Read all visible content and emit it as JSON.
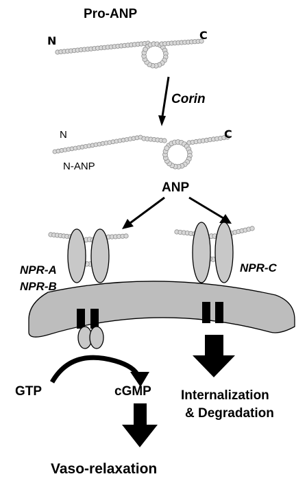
{
  "labels": {
    "pro_anp": "Pro-ANP",
    "n_terminal_top": "N",
    "c_terminal_top": "C",
    "corin": "Corin",
    "n_terminal_mid": "N",
    "c_terminal_mid": "C",
    "n_anp": "N-ANP",
    "anp": "ANP",
    "npr_a": "NPR-A",
    "npr_b": "NPR-B",
    "npr_c": "NPR-C",
    "gtp": "GTP",
    "cgmp": "cGMP",
    "internalization": "Internalization",
    "degradation": "& Degradation",
    "vaso_relaxation": "Vaso-relaxation"
  },
  "colors": {
    "bead_fill": "#d9d9d9",
    "bead_stroke": "#8c8c8c",
    "receptor_fill": "#c8c8c8",
    "membrane_fill": "#bdbdbd",
    "outline": "#000000"
  }
}
